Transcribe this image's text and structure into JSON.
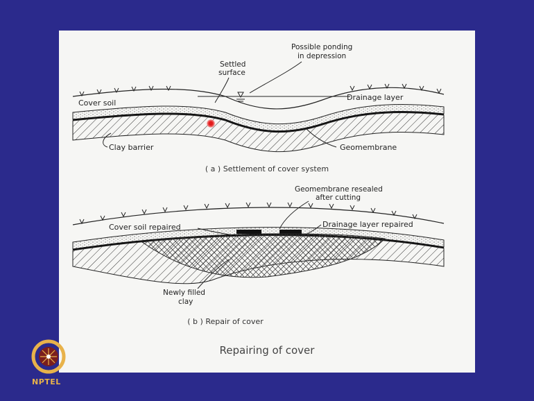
{
  "slide": {
    "title": "Repairing of cover",
    "logo_text": "NPTEL"
  },
  "diagram_a": {
    "caption": "( a ) Settlement of cover system",
    "labels": {
      "possible_ponding_1": "Possible ponding",
      "possible_ponding_2": "in depression",
      "settled_1": "Settled",
      "settled_2": "surface",
      "cover_soil": "Cover soil",
      "drainage_layer": "Drainage layer",
      "clay_barrier": "Clay barrier",
      "geomembrane": "Geomembrane"
    }
  },
  "diagram_b": {
    "caption": "( b ) Repair of cover",
    "labels": {
      "resealed_1": "Geomembrane resealed",
      "resealed_2": "after cutting",
      "cover_soil_repaired": "Cover soil repaired",
      "drainage_layer_repaired": "Drainage layer repaired",
      "newly_filled_1": "Newly filled",
      "newly_filled_2": "clay"
    }
  },
  "colors": {
    "background": "#2b2a8c",
    "slide": "#f6f6f4",
    "pointer": "#e31b1b",
    "logo": "#e8b24a"
  }
}
